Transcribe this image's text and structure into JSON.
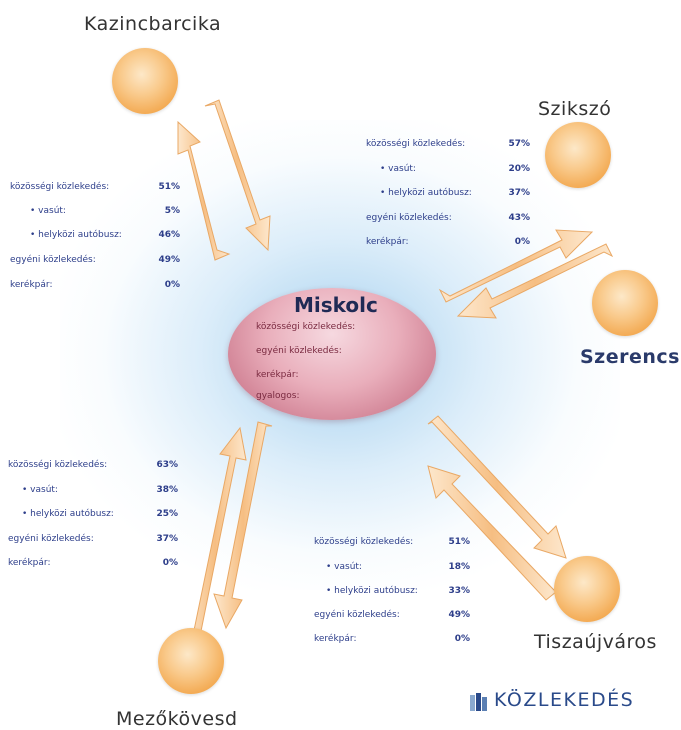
{
  "hub": {
    "title": "Miskolc",
    "lines": [
      "közösségi közlekedés:",
      "egyéni közlekedés:",
      "kerékpár:",
      "gyalogos:"
    ]
  },
  "cities": {
    "kazincbarcika": "Kazincbarcika",
    "sziksz": "Szikszó",
    "szerencs": "Szerencs",
    "mezokovesd": "Mezőkövesd",
    "tiszaujvaros": "Tiszaújváros"
  },
  "stats": {
    "kazincbarcika": [
      {
        "label": "közösségi közlekedés:",
        "value": "51%"
      },
      {
        "label": "• vasút:",
        "value": "5%"
      },
      {
        "label": "• helyközi autóbusz:",
        "value": "46%"
      },
      {
        "label": "egyéni közlekedés:",
        "value": "49%"
      },
      {
        "label": "kerékpár:",
        "value": "0%"
      }
    ],
    "sziksz": [
      {
        "label": "közösségi közlekedés:",
        "value": "57%"
      },
      {
        "label": "• vasút:",
        "value": "20%"
      },
      {
        "label": "• helyközi autóbusz:",
        "value": "37%"
      },
      {
        "label": "egyéni közlekedés:",
        "value": "43%"
      },
      {
        "label": "kerékpár:",
        "value": "0%"
      }
    ],
    "mezokovesd": [
      {
        "label": "közösségi közlekedés:",
        "value": "63%"
      },
      {
        "label": "• vasút:",
        "value": "38%"
      },
      {
        "label": "• helyközi autóbusz:",
        "value": "25%"
      },
      {
        "label": "egyéni közlekedés:",
        "value": "37%"
      },
      {
        "label": "kerékpár:",
        "value": "0%"
      }
    ],
    "tiszaujvaros": [
      {
        "label": "közösségi közlekedés:",
        "value": "51%"
      },
      {
        "label": "• vasút:",
        "value": "18%"
      },
      {
        "label": "• helyközi autóbusz:",
        "value": "33%"
      },
      {
        "label": "egyéni közlekedés:",
        "value": "49%"
      },
      {
        "label": "kerékpár:",
        "value": "0%"
      }
    ]
  },
  "brand": {
    "name": "KÖZLEKEDÉS"
  },
  "colors": {
    "arrow": "#f4b777",
    "arrowLight": "#fce3c6",
    "statText": "#2d3e8a",
    "hub": "#d98a9c",
    "glow": "#9ccbea",
    "brand": "#2a4a8a"
  },
  "icons": {
    "brandMark": "stacked-bars-icon"
  }
}
